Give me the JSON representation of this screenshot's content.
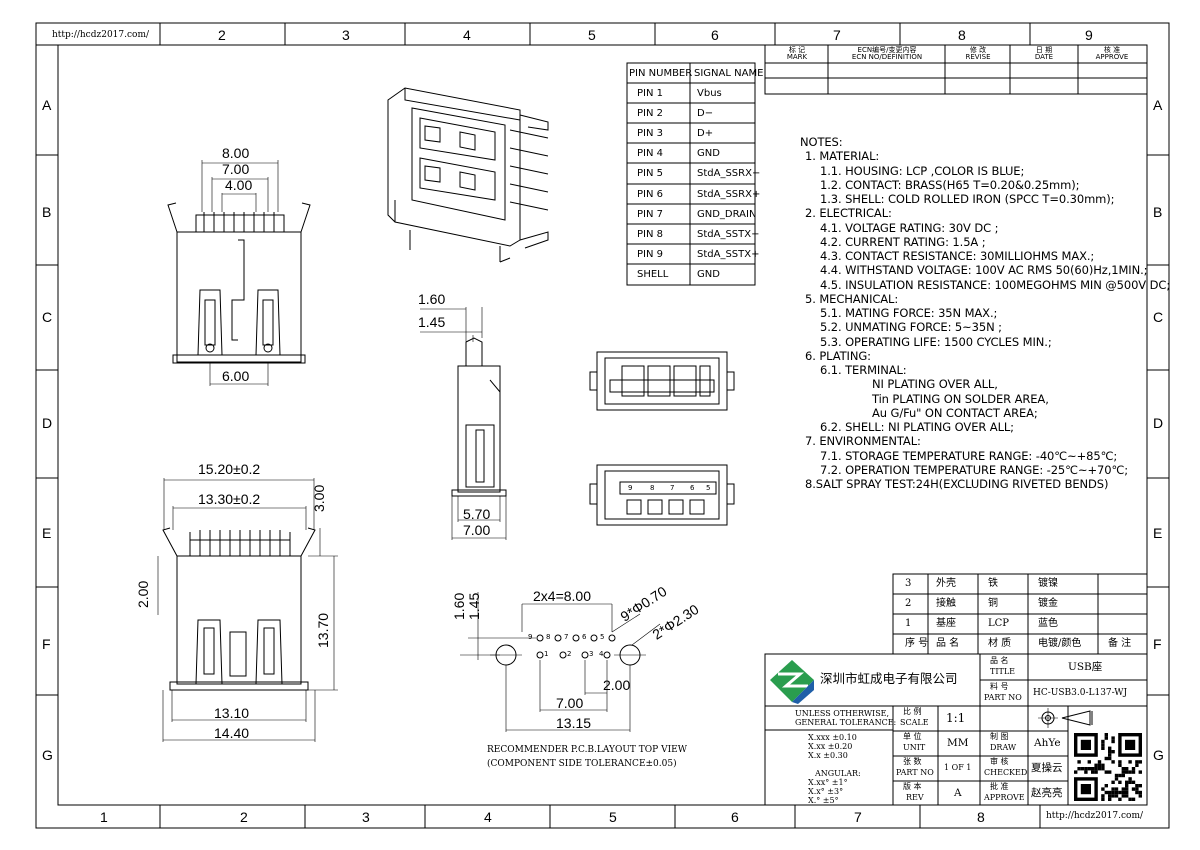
{
  "urls": {
    "top": "http://hcdz2017.com/",
    "bottom": "http://hcdz2017.com/"
  },
  "zones_top": [
    "2",
    "3",
    "4",
    "5",
    "6",
    "7",
    "8",
    "9"
  ],
  "zones_bottom": [
    "1",
    "2",
    "3",
    "4",
    "5",
    "6",
    "7",
    "8"
  ],
  "zones_side": [
    "A",
    "B",
    "C",
    "D",
    "E",
    "F",
    "G"
  ],
  "revision_headers": [
    {
      "cn": "标 记",
      "en": "MARK"
    },
    {
      "cn": "ECN编号/变更内容",
      "en": "ECN NO/DEFINITION"
    },
    {
      "cn": "修 改",
      "en": "REVISE"
    },
    {
      "cn": "日 期",
      "en": "DATE"
    },
    {
      "cn": "核 准",
      "en": "APPROVE"
    }
  ],
  "pin_table": {
    "headers": [
      "PIN NUMBER",
      "SIGNAL NAME"
    ],
    "rows": [
      [
        "PIN 1",
        "Vbus"
      ],
      [
        "PIN 2",
        "D−"
      ],
      [
        "PIN 3",
        "D+"
      ],
      [
        "PIN 4",
        "GND"
      ],
      [
        "PIN 5",
        "StdA_SSRX−"
      ],
      [
        "PIN 6",
        "StdA_SSRX+"
      ],
      [
        "PIN 7",
        "GND_DRAIN"
      ],
      [
        "PIN 8",
        "StdA_SSTX−"
      ],
      [
        "PIN 9",
        "StdA_SSTX+"
      ],
      [
        "SHELL",
        "GND"
      ]
    ]
  },
  "notes": [
    "NOTES:",
    "1. MATERIAL:",
    "1.1. HOUSING: LCP ,COLOR IS BLUE;",
    "1.2. CONTACT: BRASS(H65 T=0.20&0.25mm);",
    "1.3. SHELL: COLD ROLLED IRON (SPCC T=0.30mm);",
    "2. ELECTRICAL:",
    "4.1. VOLTAGE RATING: 30V DC ;",
    "4.2. CURRENT RATING: 1.5A ;",
    "4.3. CONTACT RESISTANCE: 30MILLIOHMS MAX.;",
    "4.4. WITHSTAND VOLTAGE: 100V AC RMS 50(60)Hz,1MIN.;",
    "4.5. INSULATION RESISTANCE: 100MEGOHMS MIN @500V DC;",
    "5. MECHANICAL:",
    "5.1. MATING FORCE: 35N MAX.;",
    "5.2. UNMATING FORCE: 5~35N ;",
    "5.3. OPERATING LIFE: 1500 CYCLES MIN.;",
    "6. PLATING:",
    "6.1. TERMINAL:",
    "NI PLATING OVER ALL,",
    "Tin PLATING ON SOLDER AREA,",
    "Au G/Fu\" ON CONTACT AREA;",
    "6.2. SHELL: NI PLATING OVER ALL;",
    "7. ENVIRONMENTAL:",
    "7.1. STORAGE TEMPERATURE RANGE: -40℃~+85℃;",
    "7.2. OPERATION TEMPERATURE RANGE: -25℃~+70℃;",
    "8.SALT SPRAY TEST:24H(EXCLUDING RIVETED BENDS)"
  ],
  "dims": {
    "top_view": [
      "8.00",
      "7.00",
      "4.00",
      "6.00"
    ],
    "side_view": [
      "1.60",
      "1.45",
      "5.70",
      "7.00"
    ],
    "bottom_view": [
      "15.20±0.2",
      "13.30±0.2",
      "3.00",
      "2.00",
      "13.70",
      "13.10",
      "14.40"
    ],
    "pcb": [
      "1.60",
      "1.45",
      "2x4=8.00",
      "9*Φ0.70",
      "2*Φ2.30",
      "7.00",
      "2.00",
      "13.15"
    ],
    "pcb_pins_top": [
      "9",
      "8",
      "7",
      "6",
      "5"
    ],
    "pcb_pins_bottom": [
      "1",
      "2",
      "3",
      "4"
    ],
    "front_pin_labels": [
      "9",
      "8",
      "7",
      "6",
      "5"
    ]
  },
  "pcb_caption": [
    "RECOMMENDER P.C.B.LAYOUT TOP VIEW",
    "(COMPONENT SIDE TOLERANCE±0.05)"
  ],
  "bom": [
    [
      "3",
      "外壳",
      "铁",
      "镀镍",
      ""
    ],
    [
      "2",
      "接触",
      "铜",
      "镀金",
      ""
    ],
    [
      "1",
      "基座",
      "LCP",
      "蓝色",
      ""
    ],
    [
      "序 号",
      "品 名",
      "材 质",
      "电镀/颜色",
      "备 注"
    ]
  ],
  "title_block": {
    "company": "深圳市虹成电子有限公司",
    "title_cn": "品 名",
    "title_en": "TITLE",
    "title_value": "USB座",
    "part_cn": "料 号",
    "part_en": "PART NO",
    "part_value": "HC-USB3.0-L137-WJ",
    "tol_heading": [
      "UNLESS OTHERWISE,",
      "GENERAL TOLERANCE:"
    ],
    "tol_lines": [
      "X.xxx  ±0.10",
      "X.xx   ±0.20",
      "X.x    ±0.30"
    ],
    "angular": [
      "ANGULAR:",
      "X.xx°   ±1°",
      "X.x°    ±3°",
      "X.°     ±5°"
    ],
    "scale_cn": "比 例",
    "scale_en": "SCALE",
    "scale_value": "1:1",
    "unit_cn": "单 位",
    "unit_en": "UNIT",
    "unit_value": "MM",
    "draw_cn": "制 图",
    "draw_en": "DRAW",
    "draw_value": "AhYe",
    "sheet_cn": "张 数",
    "sheet_en": "PART NO",
    "sheet_value": "1 OF 1",
    "check_cn": "审 核",
    "check_en": "CHECKED",
    "check_value": "夏操云",
    "rev_cn": "版 本",
    "rev_en": "REV",
    "rev_value": "A",
    "approve_cn": "批 准",
    "approve_en": "APPROVE",
    "approve_value": "赵亮亮"
  },
  "logo_color": "#2a9d4e",
  "logo_color2": "#1f5fa8"
}
